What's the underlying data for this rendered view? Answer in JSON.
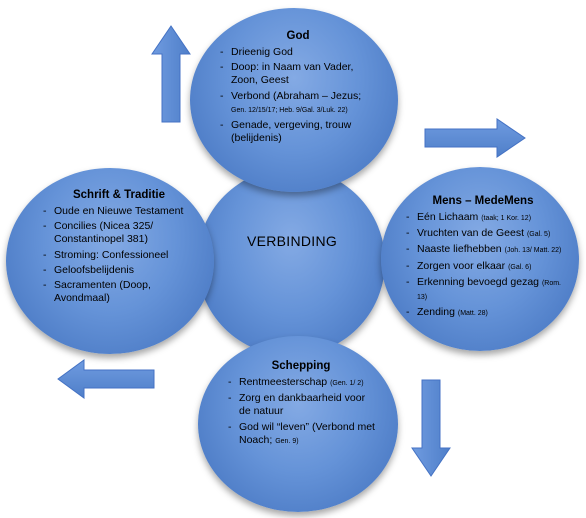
{
  "center": {
    "label": "VERBINDING"
  },
  "god": {
    "title": "God",
    "items": [
      {
        "text": "Drieenig God",
        "ref": ""
      },
      {
        "text": "Doop: in Naam van Vader, Zoon, Geest",
        "ref": ""
      },
      {
        "text": "Verbond (Abraham – Jezus;",
        "ref": "Gen. 12/15/17; Heb. 9/Gal. 3/Luk. 22)"
      },
      {
        "text": "Genade, vergeving, trouw (belijdenis)",
        "ref": ""
      }
    ]
  },
  "mens": {
    "title": "Mens – MedeMens",
    "items": [
      {
        "text": "Eén Lichaam",
        "ref": "(taak; 1 Kor. 12)"
      },
      {
        "text": "Vruchten van de Geest",
        "ref": "(Gal. 5)"
      },
      {
        "text": "Naaste liefhebben",
        "ref": "(Joh. 13/ Matt. 22)"
      },
      {
        "text": "Zorgen voor elkaar",
        "ref": "(Gal. 6)"
      },
      {
        "text": "Erkenning bevoegd gezag",
        "ref": "(Rom. 13)"
      },
      {
        "text": "Zending",
        "ref": "(Matt. 28)"
      }
    ]
  },
  "schepping": {
    "title": "Schepping",
    "items": [
      {
        "text": "Rentmeesterschap",
        "ref": "(Gen. 1/ 2)"
      },
      {
        "text": "Zorg en dankbaarheid voor de natuur",
        "ref": ""
      },
      {
        "text": "God wil “leven” (Verbond met Noach;",
        "ref": "Gen. 9)"
      }
    ]
  },
  "schrift": {
    "title": "Schrift & Traditie",
    "items": [
      {
        "text": "Oude en Nieuwe Testament",
        "ref": ""
      },
      {
        "text": "Concilies (Nicea 325/ Constantinopel 381)",
        "ref": ""
      },
      {
        "text": "Stroming: Confessioneel",
        "ref": ""
      },
      {
        "text": "Geloofsbelijdenis",
        "ref": ""
      },
      {
        "text": "Sacramenten (Doop, Avondmaal)",
        "ref": ""
      }
    ]
  },
  "arrows": [
    {
      "name": "arrow-up-icon",
      "direction": "up"
    },
    {
      "name": "arrow-right-icon",
      "direction": "right"
    },
    {
      "name": "arrow-down-icon",
      "direction": "down"
    },
    {
      "name": "arrow-left-icon",
      "direction": "left"
    }
  ],
  "colors": {
    "circle": "#5b8bd3",
    "arrow": "#5b8bd3"
  }
}
